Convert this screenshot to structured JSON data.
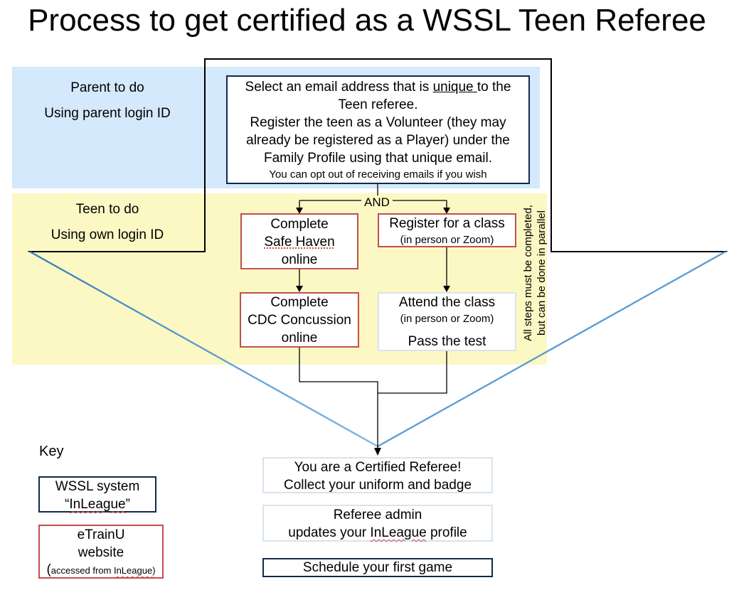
{
  "title": "Process to get certified as a WSSL Teen Referee",
  "lanes": {
    "parent": {
      "line1": "Parent to do",
      "line2": "Using parent login ID"
    },
    "teen": {
      "line1": "Teen to do",
      "line2": "Using own login ID"
    }
  },
  "parent_box": {
    "line1_pre": "Select an email address that is ",
    "line1_emph": "unique ",
    "line1_post": "to the",
    "line2": "Teen referee.",
    "line3": "Register the teen as a Volunteer (they may",
    "line4": "already be registered as a Player) under the",
    "line5": "Family Profile using that unique email.",
    "line6": "You can opt out of receiving emails if you wish"
  },
  "and_label": "AND",
  "safe_haven": {
    "line1": "Complete",
    "line2": "Safe Haven",
    "line3": "online"
  },
  "cdc": {
    "line1": "Complete",
    "line2": "CDC Concussion",
    "line3": "online"
  },
  "register_class": {
    "line1": "Register for a class",
    "line2": "(in person or Zoom)"
  },
  "attend_class": {
    "line1": "Attend the class",
    "line2": "(in person or Zoom)",
    "line3": "Pass the test"
  },
  "side_note": {
    "line1": "All steps must be completed,",
    "line2": "but can be done in parallel"
  },
  "certified": {
    "line1": "You are a Certified Referee!",
    "line2": "Collect your uniform and badge"
  },
  "admin": {
    "line1": "Referee admin",
    "line2_pre": "updates your ",
    "line2_link": "InLeague",
    "line2_post": " profile"
  },
  "schedule": "Schedule your first game",
  "key": {
    "title": "Key",
    "wssl": {
      "line1": "WSSL system",
      "line2_pre": "“",
      "line2_name": "InLeague",
      "line2_post": "”"
    },
    "etrainu": {
      "line1": "eTrainU",
      "line2": "website",
      "line3_pre": "(",
      "line3_text": "accessed from ",
      "line3_name": "InLeague",
      "line3_post": ")"
    }
  },
  "colors": {
    "parent_band": "#d4e9fb",
    "teen_band": "#fbf8c4",
    "system_border": "#13294b",
    "etrainu_border": "#c0504d",
    "outline_arrow": "#000000",
    "funnel_blue": "#3a8fd8"
  }
}
